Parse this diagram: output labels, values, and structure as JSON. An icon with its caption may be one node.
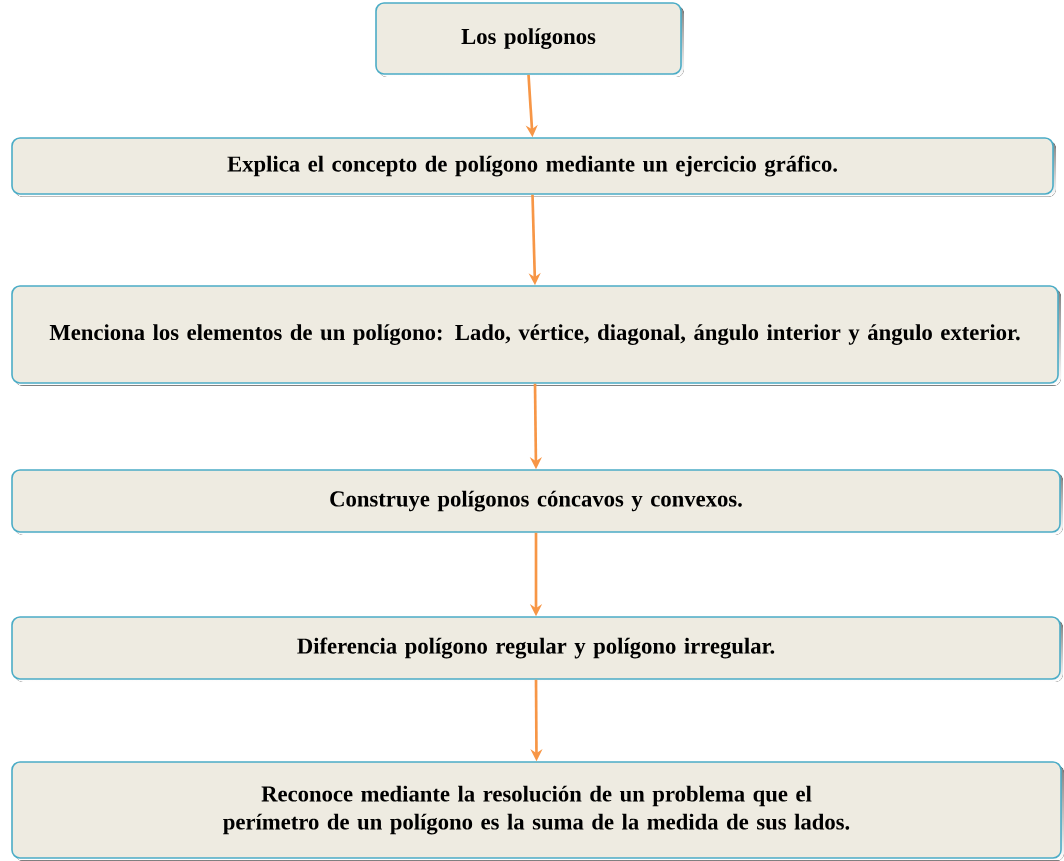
{
  "diagram": {
    "nodes": [
      {
        "text": [
          "Los polígonos"
        ]
      },
      {
        "text": [
          "Explica el concepto de polígono mediante un ejercicio gráfico."
        ]
      },
      {
        "text": [
          "Menciona los elementos de un polígono: Lado, vértice, diagonal, ángulo interior y ángulo exterior."
        ]
      },
      {
        "text": [
          "Construye polígonos cóncavos y convexos."
        ]
      },
      {
        "text": [
          "Diferencia polígono regular y polígono irregular."
        ]
      },
      {
        "text": [
          "Reconoce mediante la resolución de un problema que el perímetro de un polígono es la suma de la medida de sus lados."
        ]
      }
    ],
    "edges": [
      {
        "from": 0,
        "to": 1,
        "arrow": "to"
      },
      {
        "from": 1,
        "to": 2,
        "arrow": "to"
      },
      {
        "from": 2,
        "to": 3,
        "arrow": "to"
      },
      {
        "from": 3,
        "to": 4,
        "arrow": "to"
      },
      {
        "from": 4,
        "to": 5,
        "arrow": "to"
      }
    ]
  }
}
